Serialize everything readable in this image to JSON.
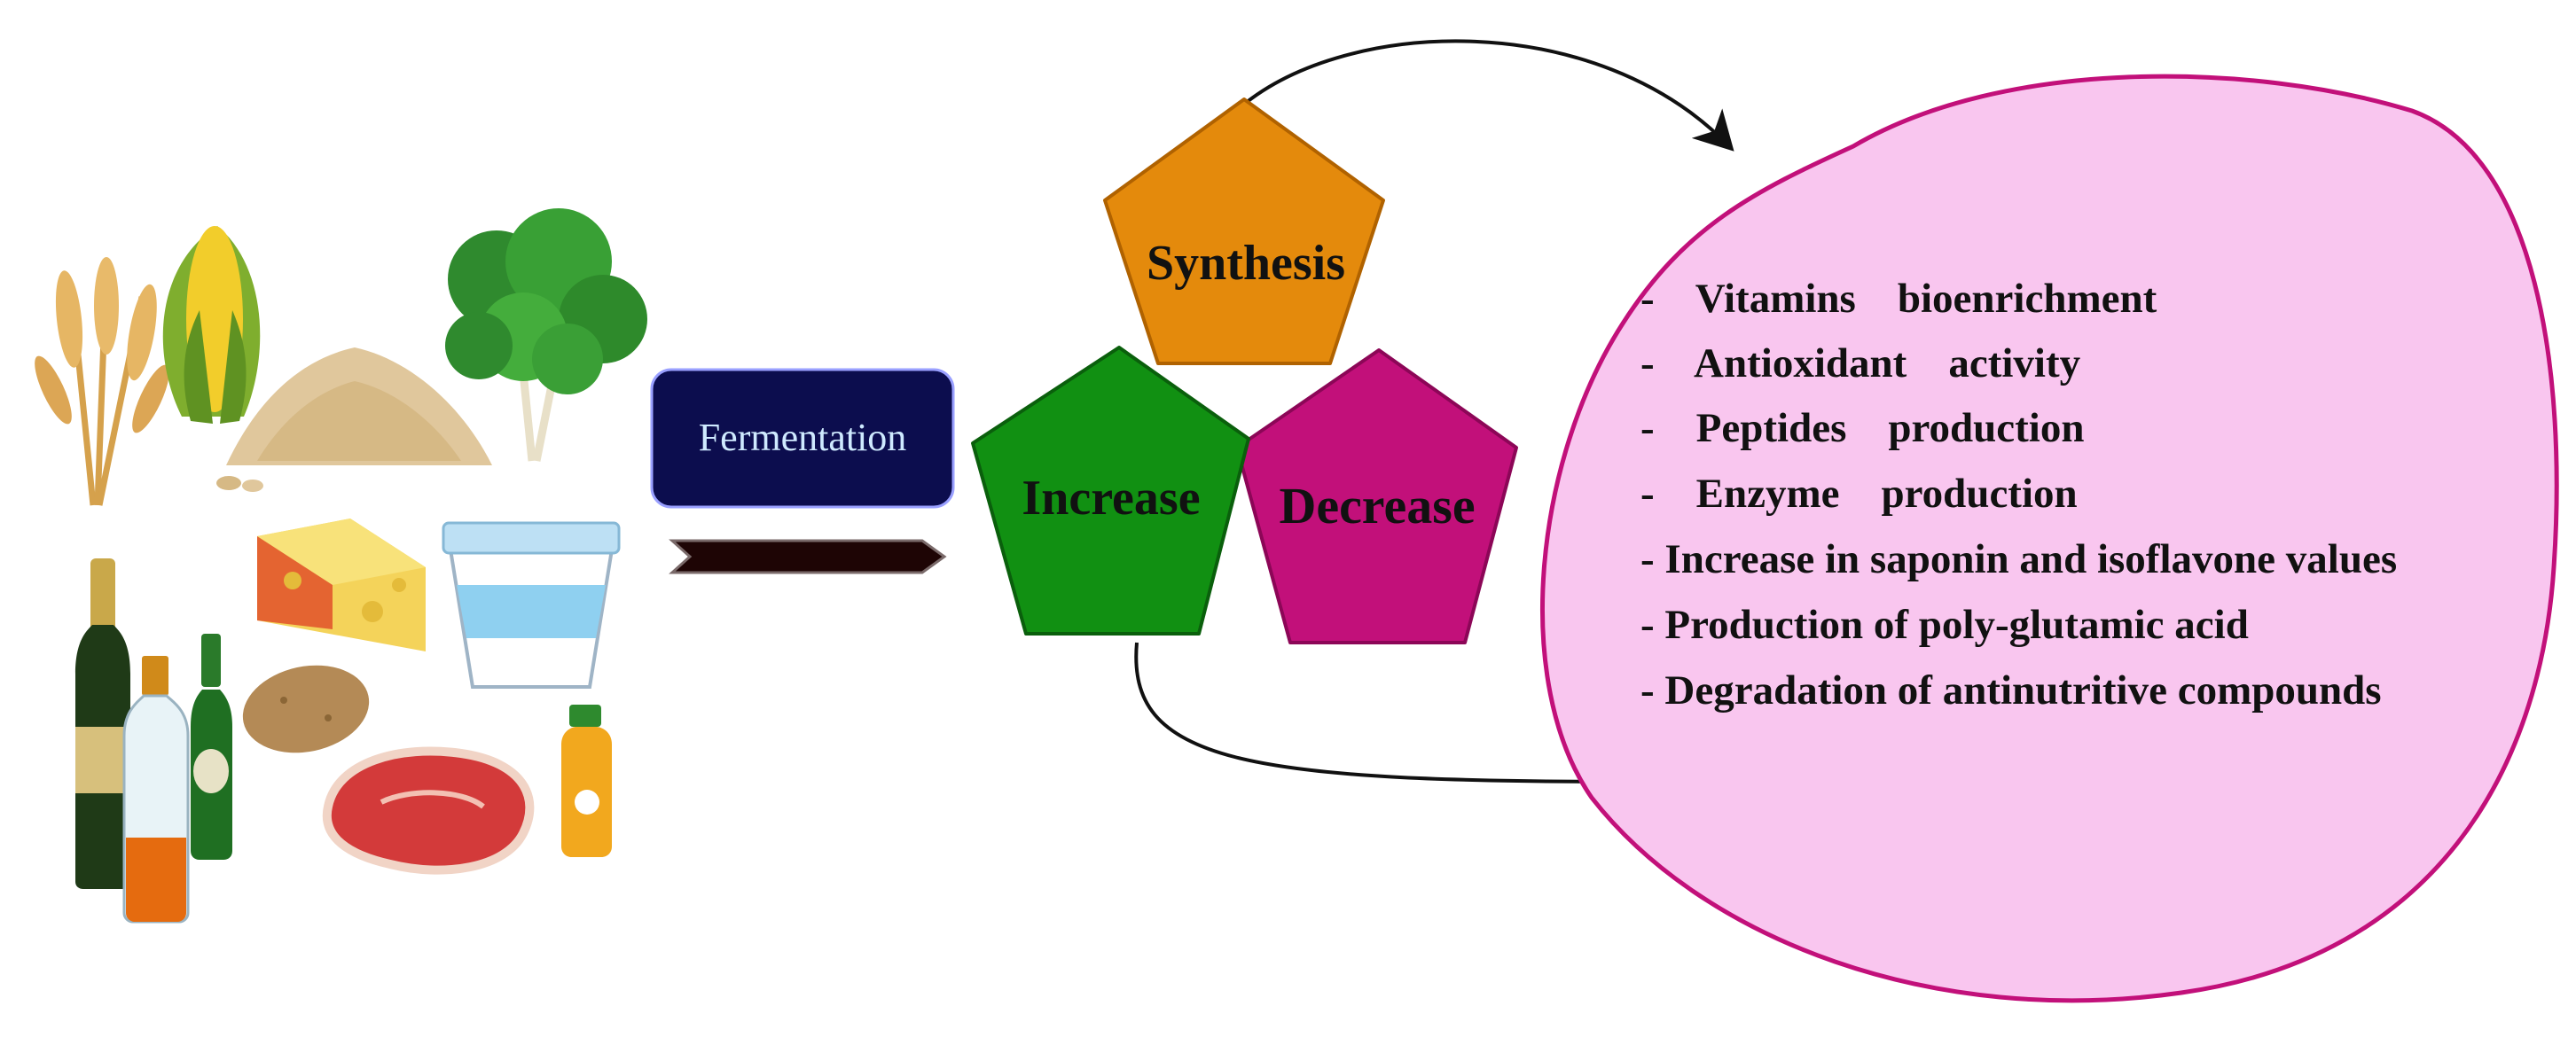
{
  "fermentation": {
    "label": "Fermentation"
  },
  "pentagons": [
    {
      "id": "synthesis",
      "label": "Synthesis",
      "color": "#e48a0c"
    },
    {
      "id": "increase",
      "label": "Increase",
      "color": "#119012"
    },
    {
      "id": "decrease",
      "label": "Decrease",
      "color": "#c2107a"
    }
  ],
  "benefits_blob": {
    "fill": "#f9c6ef",
    "border": "#c2107a",
    "items": [
      "-    Vitamins    bioenrichment",
      "-    Antioxidant    activity",
      "-    Peptides    production",
      "-    Enzyme    production",
      "- Increase in saponin and isoflavone values",
      "- Production of poly-glutamic acid",
      "- Degradation of antinutritive compounds"
    ]
  },
  "food_icons": [
    "wheat-icon",
    "corn-icon",
    "grain-pile-icon",
    "leafy-greens-icon",
    "champagne-bottle-icon",
    "liquor-bottle-icon",
    "beer-bottle-icon",
    "cheese-icon",
    "yogurt-cup-icon",
    "potato-icon",
    "meat-steak-icon",
    "juice-bottle-icon"
  ],
  "colors": {
    "fermentation_box": "#0c0d4e",
    "arrow_body": "#1e0505",
    "connector": "#111111"
  }
}
